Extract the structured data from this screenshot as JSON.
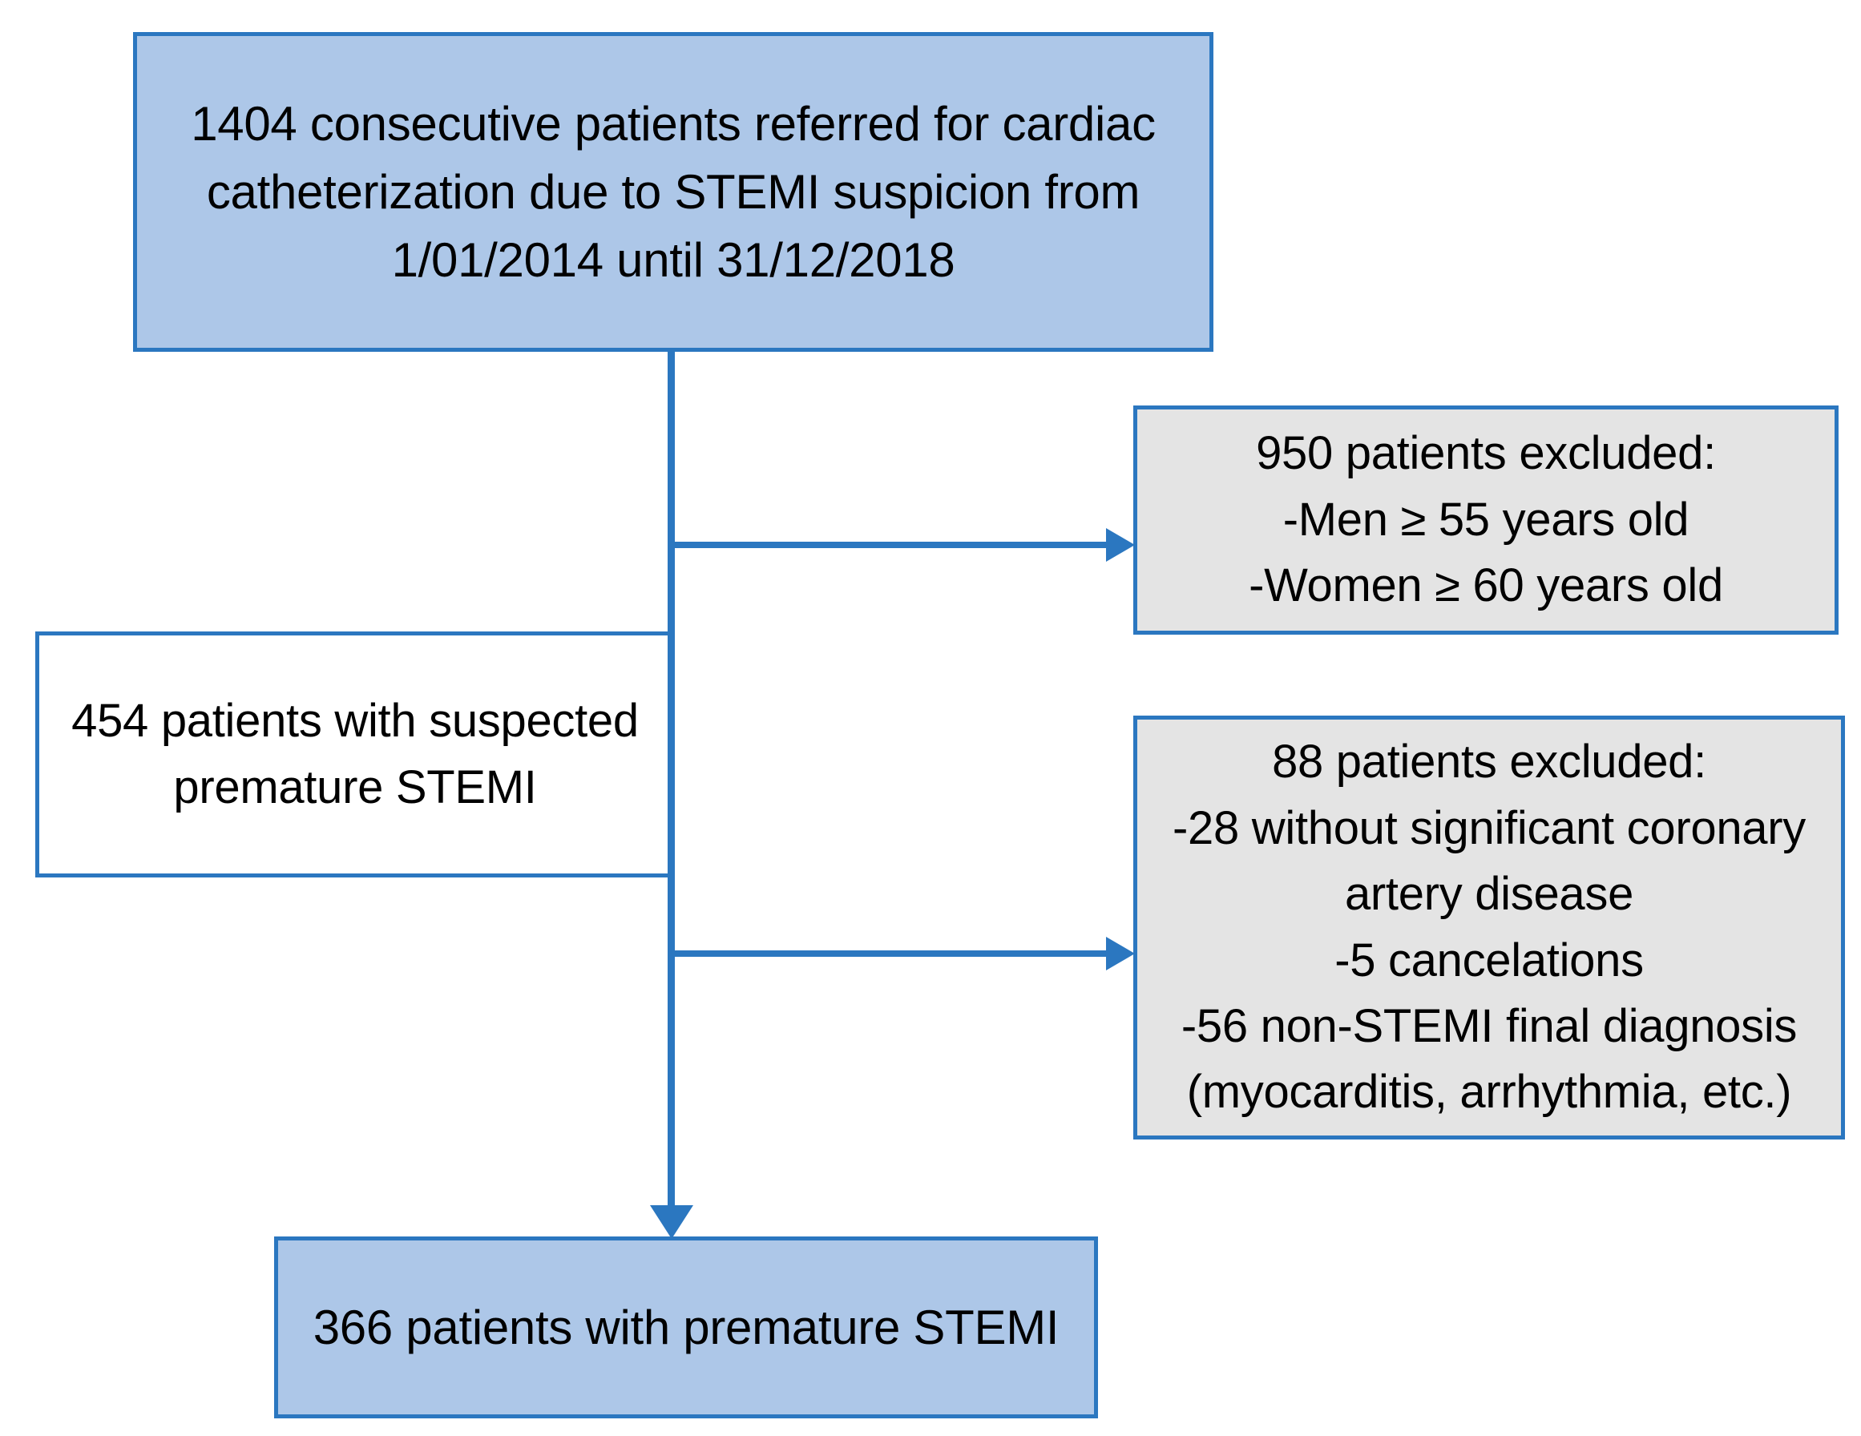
{
  "diagram": {
    "type": "patient-flow-chart",
    "colors": {
      "border": "#2b77c0",
      "connector": "#2b77c0",
      "fill_primary": "#adc7e8",
      "fill_excluded": "#e4e4e4",
      "fill_plain": "#ffffff",
      "text": "#000000"
    },
    "nodes": {
      "source": {
        "text": "1404 consecutive patients referred for cardiac catheterization due to STEMI suspicion from 1/01/2014 until 31/12/2018",
        "count": 1404,
        "fill": "blue"
      },
      "excluded_1": {
        "text": "950 patients excluded:\n-Men ≥ 55 years old\n-Women ≥ 60 years old",
        "count": 950,
        "fill": "gray"
      },
      "cohort": {
        "text": "454 patients with suspected premature STEMI",
        "count": 454,
        "fill": "white"
      },
      "excluded_2": {
        "text": "88 patients excluded:\n-28 without significant coronary artery disease\n-5 cancelations\n-56 non-STEMI final diagnosis (myocarditis, arrhythmia, etc.)",
        "count": 88,
        "fill": "gray"
      },
      "final": {
        "text": "366 patients with premature STEMI",
        "count": 366,
        "fill": "blue"
      }
    },
    "connectors": [
      {
        "name": "source-to-cohort-trunk",
        "orientation": "vertical"
      },
      {
        "name": "exclusion-branch-1",
        "orientation": "horizontal",
        "arrow": "right"
      },
      {
        "name": "exclusion-branch-2",
        "orientation": "horizontal",
        "arrow": "right"
      },
      {
        "name": "trunk-to-final",
        "orientation": "vertical",
        "arrow": "down"
      }
    ]
  }
}
